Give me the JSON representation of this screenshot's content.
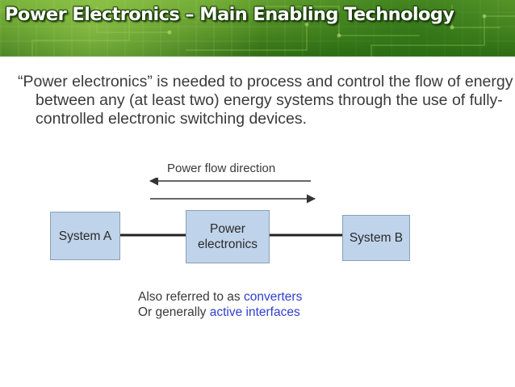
{
  "header": {
    "title": "Power Electronics – Main Enabling Technology"
  },
  "body": {
    "quote": "“Power electronics” is needed to process and control the flow of energy between any (at least two) energy systems through the use of fully-controlled electronic switching devices."
  },
  "diagram": {
    "flow_label": "Power flow direction",
    "system_a": "System A",
    "power_electronics_line1": "Power",
    "power_electronics_line2": "electronics",
    "system_b": "System B"
  },
  "note": {
    "line1_prefix": "Also referred to as ",
    "line1_highlight": "converters",
    "line2_prefix": "Or generally ",
    "line2_highlight": "active interfaces"
  },
  "colors": {
    "banner_green": "#4f8b22",
    "box_fill": "#bfd3ea",
    "highlight_blue": "#2f3fcf",
    "text_gray": "#3a3a3a"
  }
}
